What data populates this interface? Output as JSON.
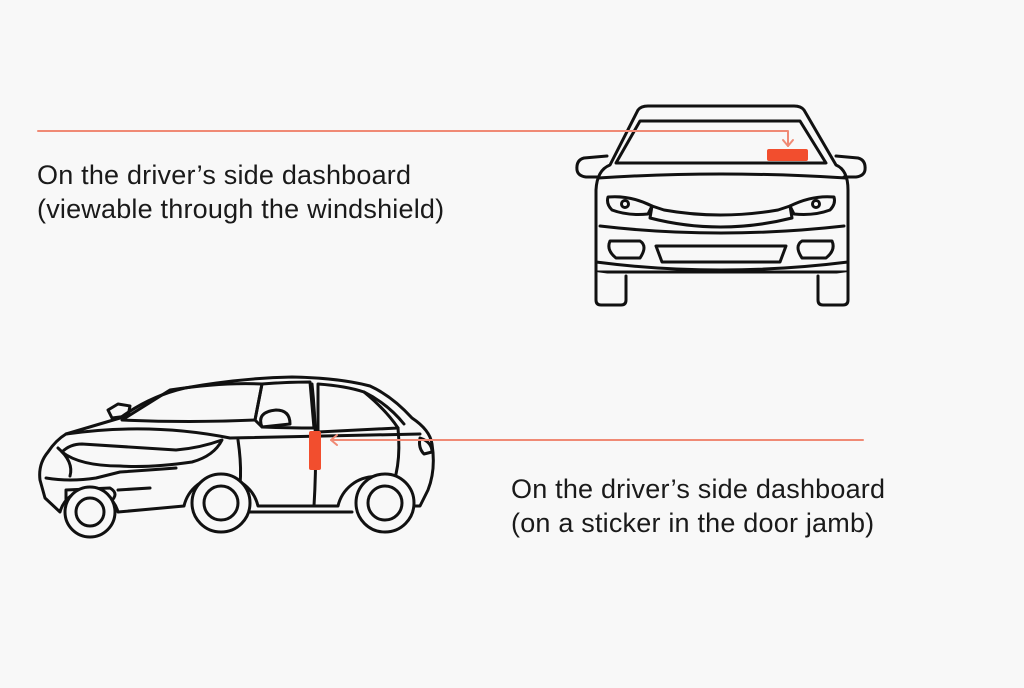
{
  "locations": [
    {
      "line1": "On the driver’s side dashboard",
      "line2": "(viewable through the windshield)"
    },
    {
      "line1": "On the driver’s side dashboard",
      "line2": "(on a sticker in the door jamb)"
    }
  ],
  "colors": {
    "background": "#f8f8f8",
    "accent": "#f24e2e",
    "pointer_line": "#f08a75",
    "outline": "#111111",
    "text": "#1a1a1a"
  },
  "icons": [
    "car-front-view-icon",
    "car-side-view-icon"
  ]
}
